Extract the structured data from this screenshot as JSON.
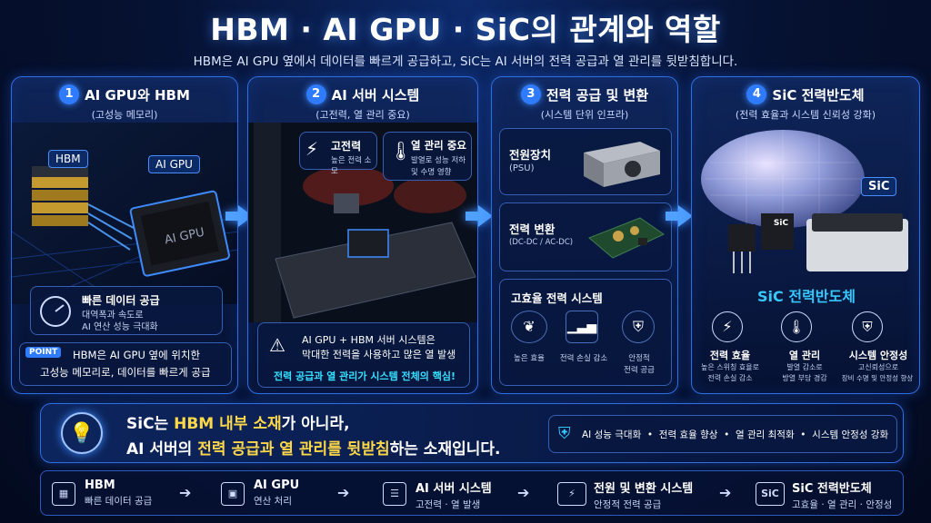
{
  "title": "HBM · AI GPU · SiC의 관계와 역할",
  "subtitle": "HBM은 AI GPU 옆에서 데이터를 빠르게 공급하고, SiC는 AI 서버의 전력 공급과 열 관리를 뒷받침합니다.",
  "panels": {
    "p1": {
      "num": "1",
      "title": "AI GPU와 HBM",
      "sub": "(고성능 메모리)",
      "tag_hbm": "HBM",
      "tag_gpu": "AI GPU",
      "chip_label": "AI GPU",
      "feature_title": "빠른 데이터 공급",
      "feature_l1": "대역폭과 속도로",
      "feature_l2": "AI 연산 성능 극대화",
      "point_badge": "POINT",
      "point_l1": "HBM은 AI GPU 옆에 위치한",
      "point_l2": "고성능 메모리로, 데이터를 빠르게 공급"
    },
    "p2": {
      "num": "2",
      "title": "AI 서버 시스템",
      "sub": "(고전력, 열 관리 중요)",
      "b1_title": "고전력",
      "b1_sub": "높은 전력 소모",
      "b2_title": "열 관리 중요",
      "b2_sub1": "발열로 성능 저하",
      "b2_sub2": "및 수명 영향",
      "note_l1": "AI GPU + HBM 서버 시스템은",
      "note_l2": "막대한 전력을 사용하고 많은 열 발생",
      "note_hl": "전력 공급과 열 관리가 시스템 전체의 핵심!"
    },
    "p3": {
      "num": "3",
      "title": "전력 공급 및 변환",
      "sub": "(시스템 단위 인프라)",
      "psu_title": "전원장치",
      "psu_sub": "(PSU)",
      "conv_title": "전력 변환",
      "conv_sub": "(DC-DC / AC-DC)",
      "eff_title": "고효율 전력 시스템",
      "i1": "높은 효율",
      "i2": "전력 손실 감소",
      "i3a": "안정적",
      "i3b": "전력 공급"
    },
    "p4": {
      "num": "4",
      "title": "SiC 전력반도체",
      "sub": "(전력 효율과 시스템 신뢰성 강화)",
      "tag_sic": "SiC",
      "chip_sic": "SiC",
      "big_label": "SiC 전력반도체",
      "f1_title": "전력 효율",
      "f1_l1": "높은 스위칭 효율로",
      "f1_l2": "전력 손실 감소",
      "f2_title": "열 관리",
      "f2_l1": "발열 감소로",
      "f2_l2": "방열 부담 경감",
      "f3_title": "시스템 안정성",
      "f3_l1": "고신뢰성으로",
      "f3_l2": "장비 수명 및 안정성 향상"
    }
  },
  "summary": {
    "line1_a": "SiC는 ",
    "line1_hl": "HBM 내부 소재",
    "line1_b": "가 아니라,",
    "line2_a": "AI 서버의 ",
    "line2_hl": "전력 공급과 열 관리를 뒷받침",
    "line2_b": "하는 소재입니다.",
    "benefits": "AI 성능 극대화  •  전력 효율 향상  •  열 관리 최적화  •  시스템 안정성 강화"
  },
  "flow": [
    {
      "title": "HBM",
      "sub": "빠른 데이터 공급"
    },
    {
      "title": "AI GPU",
      "sub": "연산 처리"
    },
    {
      "title": "AI 서버 시스템",
      "sub": "고전력 · 열 발생"
    },
    {
      "title": "전원 및 변환 시스템",
      "sub": "안정적 전력 공급"
    },
    {
      "title": "SiC 전력반도체",
      "sub": "고효율 · 열 관리 · 안정성"
    }
  ],
  "flow_icon_sic": "SiC",
  "colors": {
    "accent": "#2f7bff",
    "highlight": "#ffd84a",
    "cyan": "#36e0ff"
  }
}
